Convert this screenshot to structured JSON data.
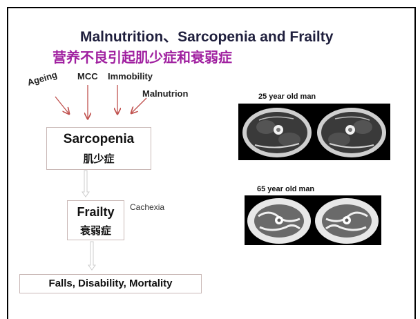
{
  "title": {
    "english": "Malnutrition、Sarcopenia  and Frailty",
    "chinese": "营养不良引起肌少症和衰弱症"
  },
  "causes": {
    "ageing": "Ageing",
    "mcc": "MCC",
    "immobility": "Immobility",
    "malnutrion": "Malnutrion"
  },
  "nodes": {
    "sarcopenia": {
      "english": "Sarcopenia",
      "chinese": "肌少症"
    },
    "frailty": {
      "english": "Frailty",
      "chinese": "衰弱症"
    },
    "outcomes": {
      "english": "Falls, Disability, Mortality"
    }
  },
  "side_label": "Cachexia",
  "images": {
    "young": {
      "label": "25 year old man",
      "icon": "mri-thigh-cross-section"
    },
    "old": {
      "label": "65 year old man",
      "icon": "mri-thigh-cross-section"
    }
  },
  "colors": {
    "title_english": "#1f1f3d",
    "title_chinese": "#a020a0",
    "box_border": "#c9b8b6",
    "arrow": "#c0504d",
    "flow_arrow": "#cccccc"
  }
}
